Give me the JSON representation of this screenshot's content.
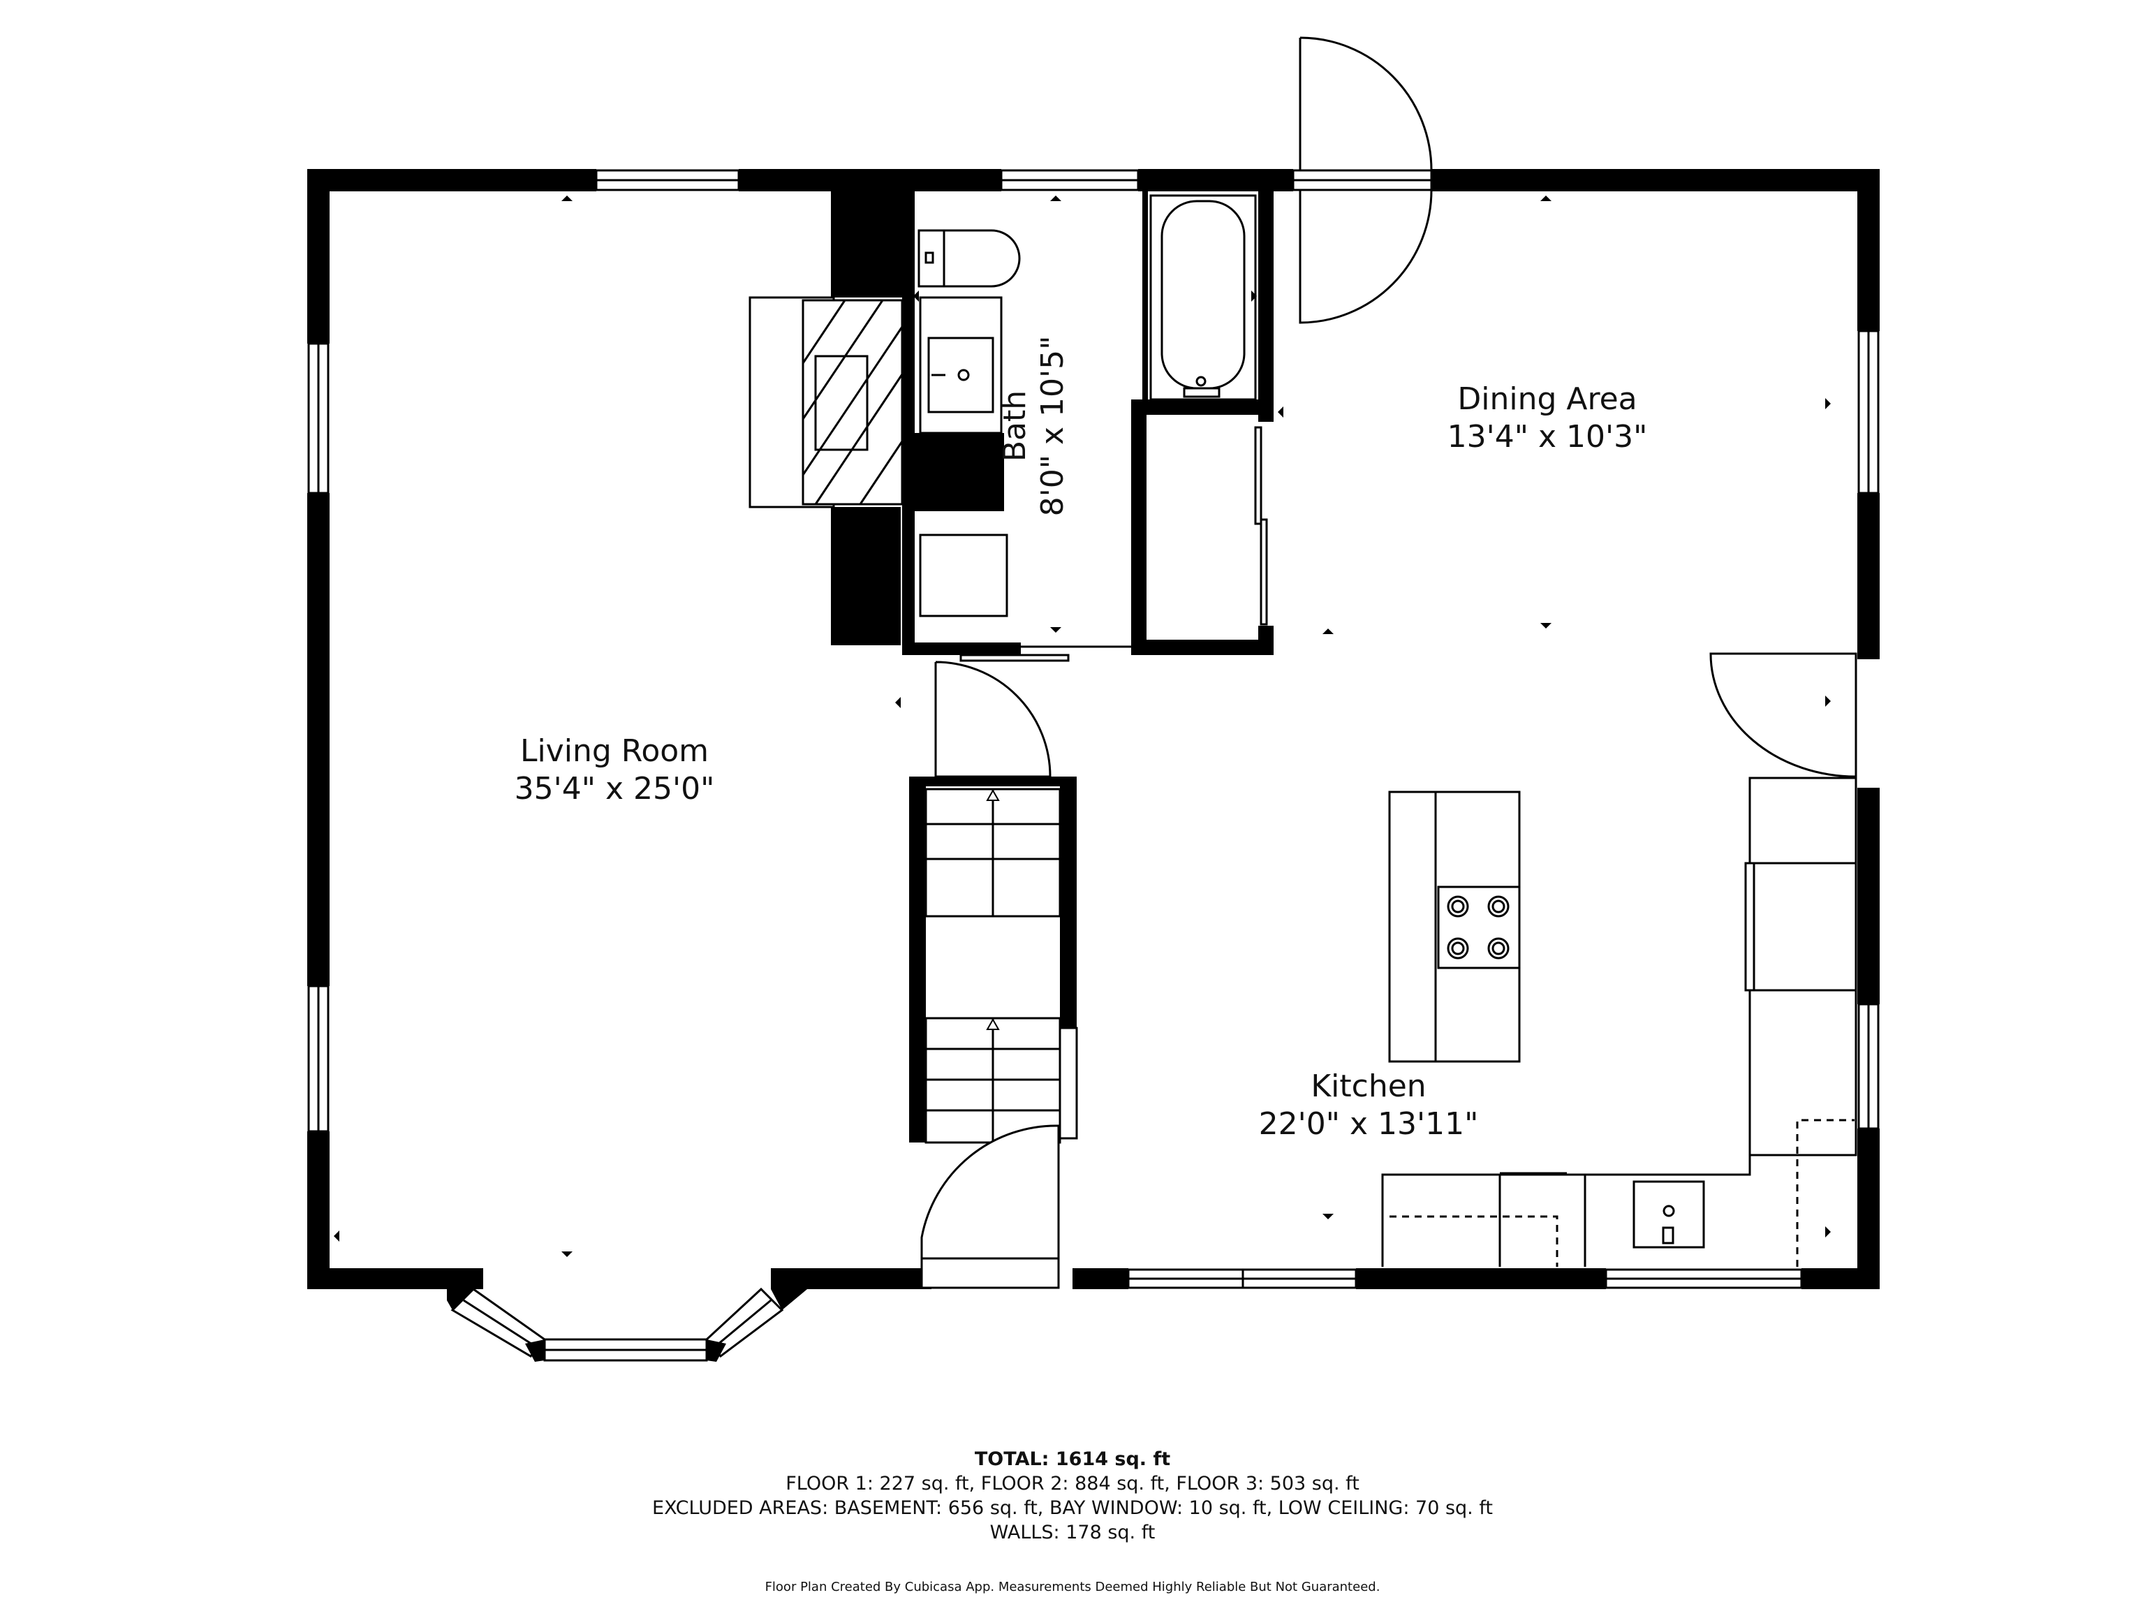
{
  "rooms": {
    "living": {
      "name": "Living Room",
      "dims": "35'4\" x 25'0\""
    },
    "bath": {
      "name": "Bath",
      "dims": "8'0\" x 10'5\""
    },
    "dining": {
      "name": "Dining Area",
      "dims": "13'4\" x 10'3\""
    },
    "kitchen": {
      "name": "Kitchen",
      "dims": "22'0\" x 13'11\""
    }
  },
  "summary": {
    "total": "TOTAL: 1614 sq. ft",
    "floors": "FLOOR 1: 227 sq. ft, FLOOR 2: 884 sq. ft, FLOOR 3: 503 sq. ft",
    "excluded": "EXCLUDED AREAS: BASEMENT: 656 sq. ft, BAY WINDOW: 10 sq. ft, LOW CEILING: 70 sq. ft",
    "walls": "WALLS: 178 sq. ft"
  },
  "credit": "Floor Plan Created By Cubicasa App. Measurements Deemed Highly Reliable But Not Guaranteed.",
  "colors": {
    "wall": "#000000",
    "background": "#ffffff"
  }
}
